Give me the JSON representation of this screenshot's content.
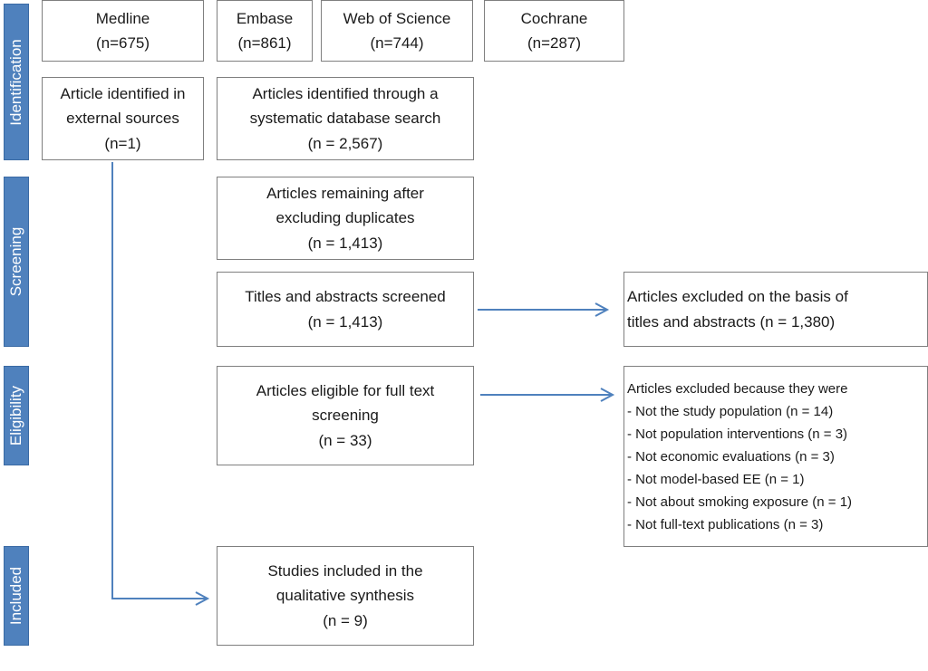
{
  "stages": {
    "identification": "Identification",
    "screening": "Screening",
    "eligibility": "Eligibility",
    "included": "Included"
  },
  "sources": {
    "medline": {
      "name": "Medline",
      "count": "(n=675)"
    },
    "embase": {
      "name": "Embase",
      "count": "(n=861)"
    },
    "wos": {
      "name": "Web of Science",
      "count": "(n=744)"
    },
    "cochrane": {
      "name": "Cochrane",
      "count": "(n=287)"
    }
  },
  "external": {
    "line1": "Article identified in",
    "line2": "external sources",
    "line3": "(n=1)"
  },
  "identified": {
    "line1": "Articles identified through a",
    "line2": "systematic database search",
    "line3": "(n = 2,567)"
  },
  "deduplicated": {
    "line1": "Articles remaining after",
    "line2": "excluding duplicates",
    "line3": "(n = 1,413)"
  },
  "screened": {
    "line1": "Titles and abstracts screened",
    "line2": "(n = 1,413)"
  },
  "excluded_screening": {
    "line1": "Articles excluded on the basis of",
    "line2": "titles and abstracts (n = 1,380)"
  },
  "eligible": {
    "line1": "Articles eligible for full text",
    "line2": "screening",
    "line3": "(n = 33)"
  },
  "excluded_fulltext": {
    "heading": "Articles excluded because they were",
    "reasons": [
      "- Not the study population (n = 14)",
      "- Not population interventions (n = 3)",
      "- Not economic evaluations (n = 3)",
      "- Not model-based EE (n = 1)",
      "- Not about smoking exposure (n = 1)",
      "- Not full-text publications (n = 3)"
    ]
  },
  "included": {
    "line1": "Studies included in the",
    "line2": "qualitative synthesis",
    "line3": "(n = 9)"
  },
  "colors": {
    "stage_fill": "#4f81bd",
    "arrow": "#4f81bd",
    "box_border": "#7f7f7f"
  }
}
